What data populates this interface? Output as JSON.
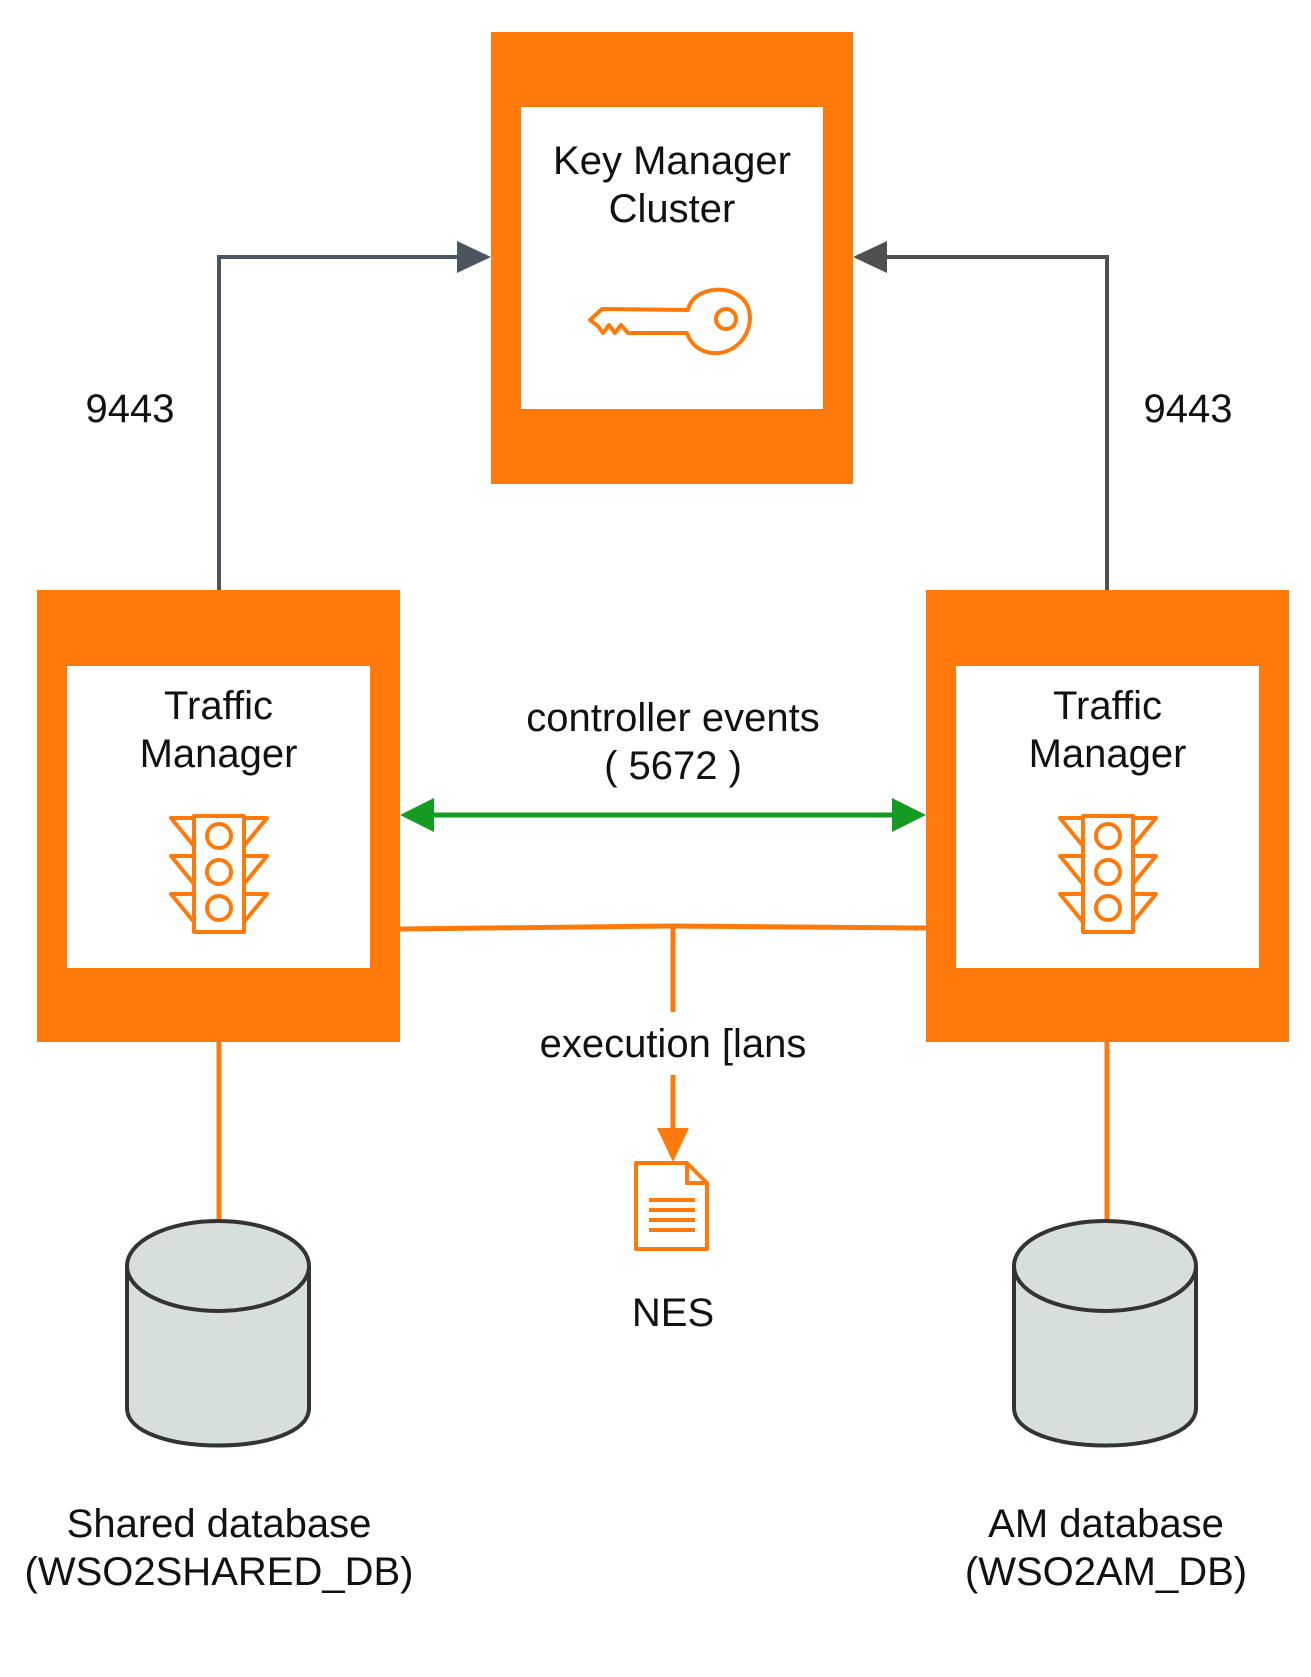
{
  "nodes": {
    "key_manager": {
      "title": "Key Manager\nCluster",
      "icon": "key-icon"
    },
    "traffic_manager_left": {
      "title": "Traffic\nManager",
      "icon": "traffic-light-icon"
    },
    "traffic_manager_right": {
      "title": "Traffic\nManager",
      "icon": "traffic-light-icon"
    }
  },
  "edges": {
    "left_port": "9443",
    "right_port": "9443",
    "controller_events": "controller events\n( 5672 )",
    "execution_plans": "execution [lans"
  },
  "files": {
    "nes": {
      "label": "NES",
      "icon": "document-icon"
    }
  },
  "databases": {
    "shared": {
      "label": "Shared database\n(WSO2SHARED_DB)",
      "icon": "database-icon"
    },
    "am": {
      "label": "AM database\n(WSO2AM_DB)",
      "icon": "database-icon"
    }
  },
  "colors": {
    "orange": "#FF7A0A",
    "arrow_gray": "#4A5560",
    "green": "#159A22",
    "db_fill": "#D6DFDC",
    "db_stroke": "#333333"
  }
}
